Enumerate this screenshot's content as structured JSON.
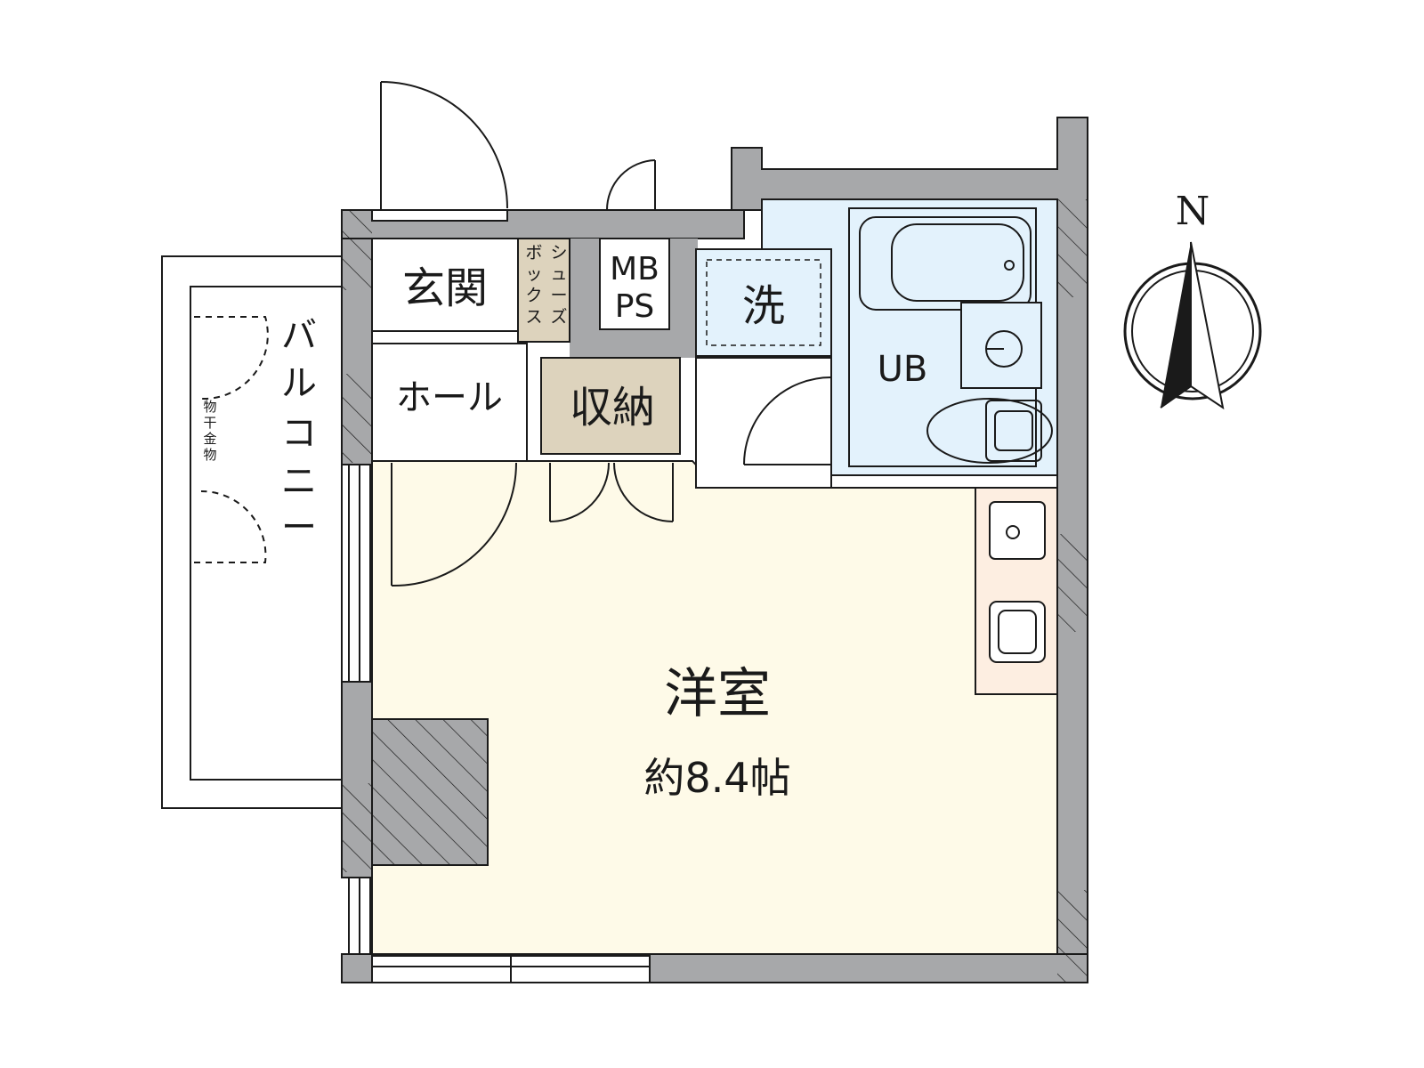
{
  "rooms": {
    "genkan": "玄関",
    "shoes_box": [
      "シ",
      "ュ",
      "ー",
      "ズ",
      "ボ",
      "ッ",
      "ク",
      "ス"
    ],
    "mbps_top": "MB",
    "mbps_bottom": "PS",
    "washer": "洗",
    "unit_bath": "UB",
    "hall": "ホール",
    "storage": "収納",
    "western_room": "洋室",
    "western_room_size": "約8.4帖",
    "balcony": [
      "バ",
      "ル",
      "コ",
      "ニ",
      "ー"
    ],
    "drying_hardware": [
      "物",
      "干",
      "金",
      "物"
    ]
  },
  "compass": {
    "north": "N"
  },
  "colors": {
    "wall": "#a7a8aa",
    "line": "#1a1a1a",
    "western_room_floor": "#fefae8",
    "wet_area_floor": "#e3f2fc",
    "storage_floor": "#ddd3bd",
    "shoes_box_floor": "#ddd3bd",
    "kitchen_floor": "#fdeee1"
  }
}
